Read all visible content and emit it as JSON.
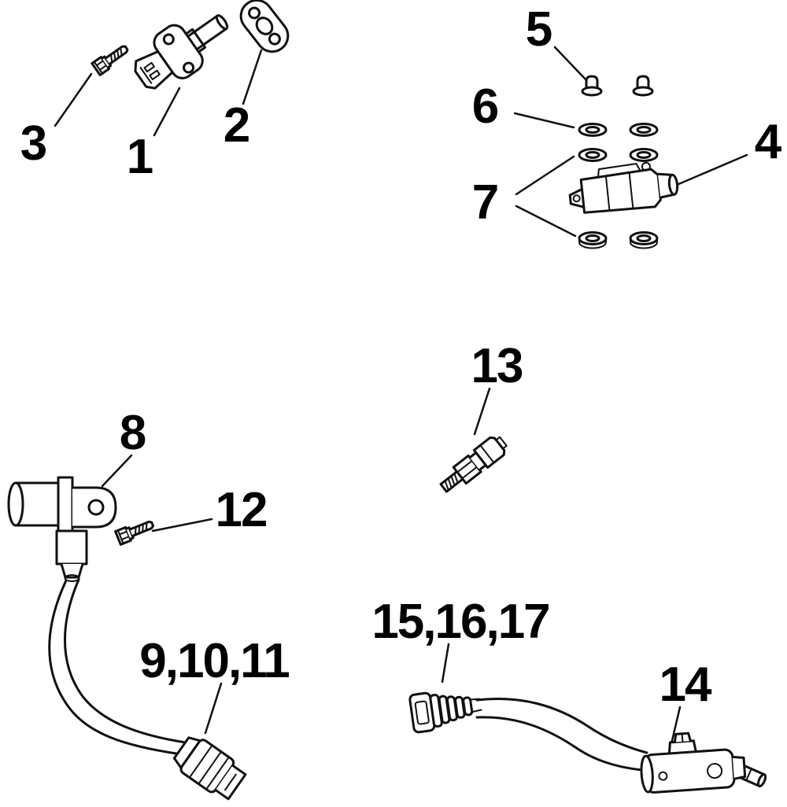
{
  "page": {
    "background": "#ffffff",
    "ink": "#111111"
  },
  "callouts": {
    "part1": "1",
    "part2": "2",
    "part3": "3",
    "part4": "4",
    "part5": "5",
    "part6": "6",
    "part7": "7",
    "part8": "8",
    "part9_10_11": "9,10,11",
    "part12": "12",
    "part13": "13",
    "part14": "14",
    "part15_16_17": "15,16,17"
  },
  "drawings": {
    "part1": "sensor-with-mounting-flange",
    "part2": "gasket",
    "part3": "hex-bolt",
    "part4": "sensor-module",
    "part5": "grommet",
    "part6": "washer",
    "part7": "washer",
    "part8": "position-sensor-with-cable",
    "part9_10_11": "cable-connector",
    "part12": "hex-bolt",
    "part13": "threaded-sensor-switch",
    "part14": "sensor-assembly",
    "part15_16_17": "harness-connector-with-wires"
  }
}
